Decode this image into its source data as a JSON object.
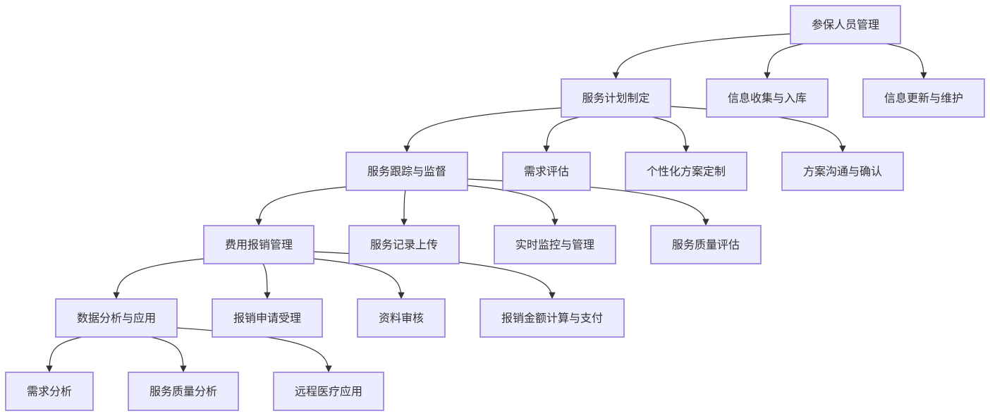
{
  "diagram": {
    "type": "flowchart",
    "colors": {
      "node_fill": "#ECECFF",
      "node_stroke": "#9370DB",
      "edge": "#333333",
      "text": "#333333"
    },
    "nodes": [
      {
        "id": "root",
        "label": "参保人员管理"
      },
      {
        "id": "plan",
        "label": "服务计划制定"
      },
      {
        "id": "collect",
        "label": "信息收集与入库"
      },
      {
        "id": "update",
        "label": "信息更新与维护"
      },
      {
        "id": "track",
        "label": "服务跟踪与监督"
      },
      {
        "id": "assess",
        "label": "需求评估"
      },
      {
        "id": "custom",
        "label": "个性化方案定制"
      },
      {
        "id": "confirm",
        "label": "方案沟通与确认"
      },
      {
        "id": "reimb",
        "label": "费用报销管理"
      },
      {
        "id": "record",
        "label": "服务记录上传"
      },
      {
        "id": "monitor",
        "label": "实时监控与管理"
      },
      {
        "id": "quality",
        "label": "服务质量评估"
      },
      {
        "id": "data",
        "label": "数据分析与应用"
      },
      {
        "id": "apply",
        "label": "报销申请受理"
      },
      {
        "id": "review",
        "label": "资料审核"
      },
      {
        "id": "pay",
        "label": "报销金额计算与支付"
      },
      {
        "id": "demand",
        "label": "需求分析"
      },
      {
        "id": "qanalysis",
        "label": "服务质量分析"
      },
      {
        "id": "tele",
        "label": "远程医疗应用"
      }
    ],
    "edges": [
      {
        "from": "root",
        "to": "plan"
      },
      {
        "from": "root",
        "to": "collect"
      },
      {
        "from": "root",
        "to": "update"
      },
      {
        "from": "plan",
        "to": "track"
      },
      {
        "from": "plan",
        "to": "assess"
      },
      {
        "from": "plan",
        "to": "custom"
      },
      {
        "from": "plan",
        "to": "confirm"
      },
      {
        "from": "track",
        "to": "reimb"
      },
      {
        "from": "track",
        "to": "record"
      },
      {
        "from": "track",
        "to": "monitor"
      },
      {
        "from": "track",
        "to": "quality"
      },
      {
        "from": "reimb",
        "to": "data"
      },
      {
        "from": "reimb",
        "to": "apply"
      },
      {
        "from": "reimb",
        "to": "review"
      },
      {
        "from": "reimb",
        "to": "pay"
      },
      {
        "from": "data",
        "to": "demand"
      },
      {
        "from": "data",
        "to": "qanalysis"
      },
      {
        "from": "data",
        "to": "tele"
      }
    ]
  }
}
